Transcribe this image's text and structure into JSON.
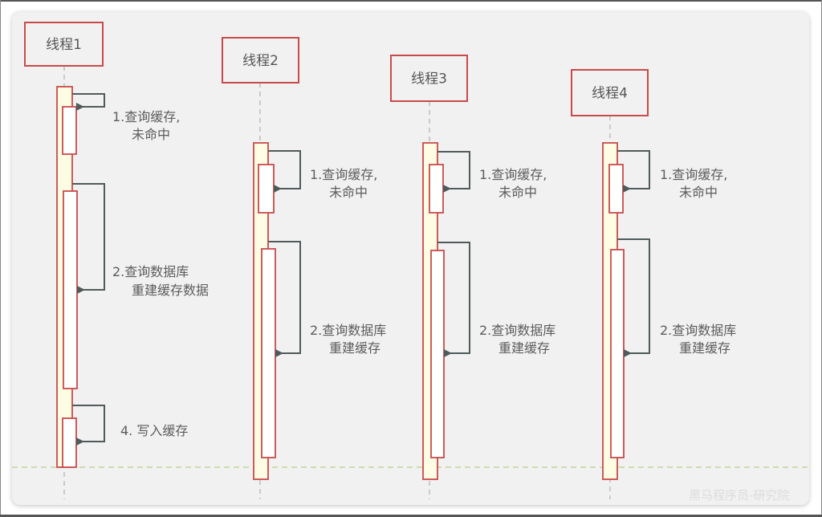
{
  "diagram": {
    "type": "sequence",
    "colors": {
      "participant_border": "#c94a4a",
      "activation_fill": "#fefde4",
      "inner_fill": "#ffffff",
      "arrow": "#515a5a",
      "lifeline": "#b5b5b5",
      "divider": "#b7cf8a",
      "background": "#f1f1f1"
    },
    "participants": [
      {
        "name": "线程1",
        "messages": [
          {
            "label_lines": [
              "1.查询缓存,",
              "未命中"
            ]
          },
          {
            "label_lines": [
              "2.查询数据库",
              "重建缓存数据"
            ]
          },
          {
            "label_lines": [
              "4. 写入缓存"
            ]
          }
        ]
      },
      {
        "name": "线程2",
        "messages": [
          {
            "label_lines": [
              "1.查询缓存,",
              "未命中"
            ]
          },
          {
            "label_lines": [
              "2.查询数据库",
              "重建缓存"
            ]
          }
        ]
      },
      {
        "name": "线程3",
        "messages": [
          {
            "label_lines": [
              "1.查询缓存,",
              "未命中"
            ]
          },
          {
            "label_lines": [
              "2.查询数据库",
              "重建缓存"
            ]
          }
        ]
      },
      {
        "name": "线程4",
        "messages": [
          {
            "label_lines": [
              "1.查询缓存,",
              "未命中"
            ]
          },
          {
            "label_lines": [
              "2.查询数据库",
              "重建缓存"
            ]
          }
        ]
      }
    ],
    "watermark": "黑马程序员-研究院"
  }
}
